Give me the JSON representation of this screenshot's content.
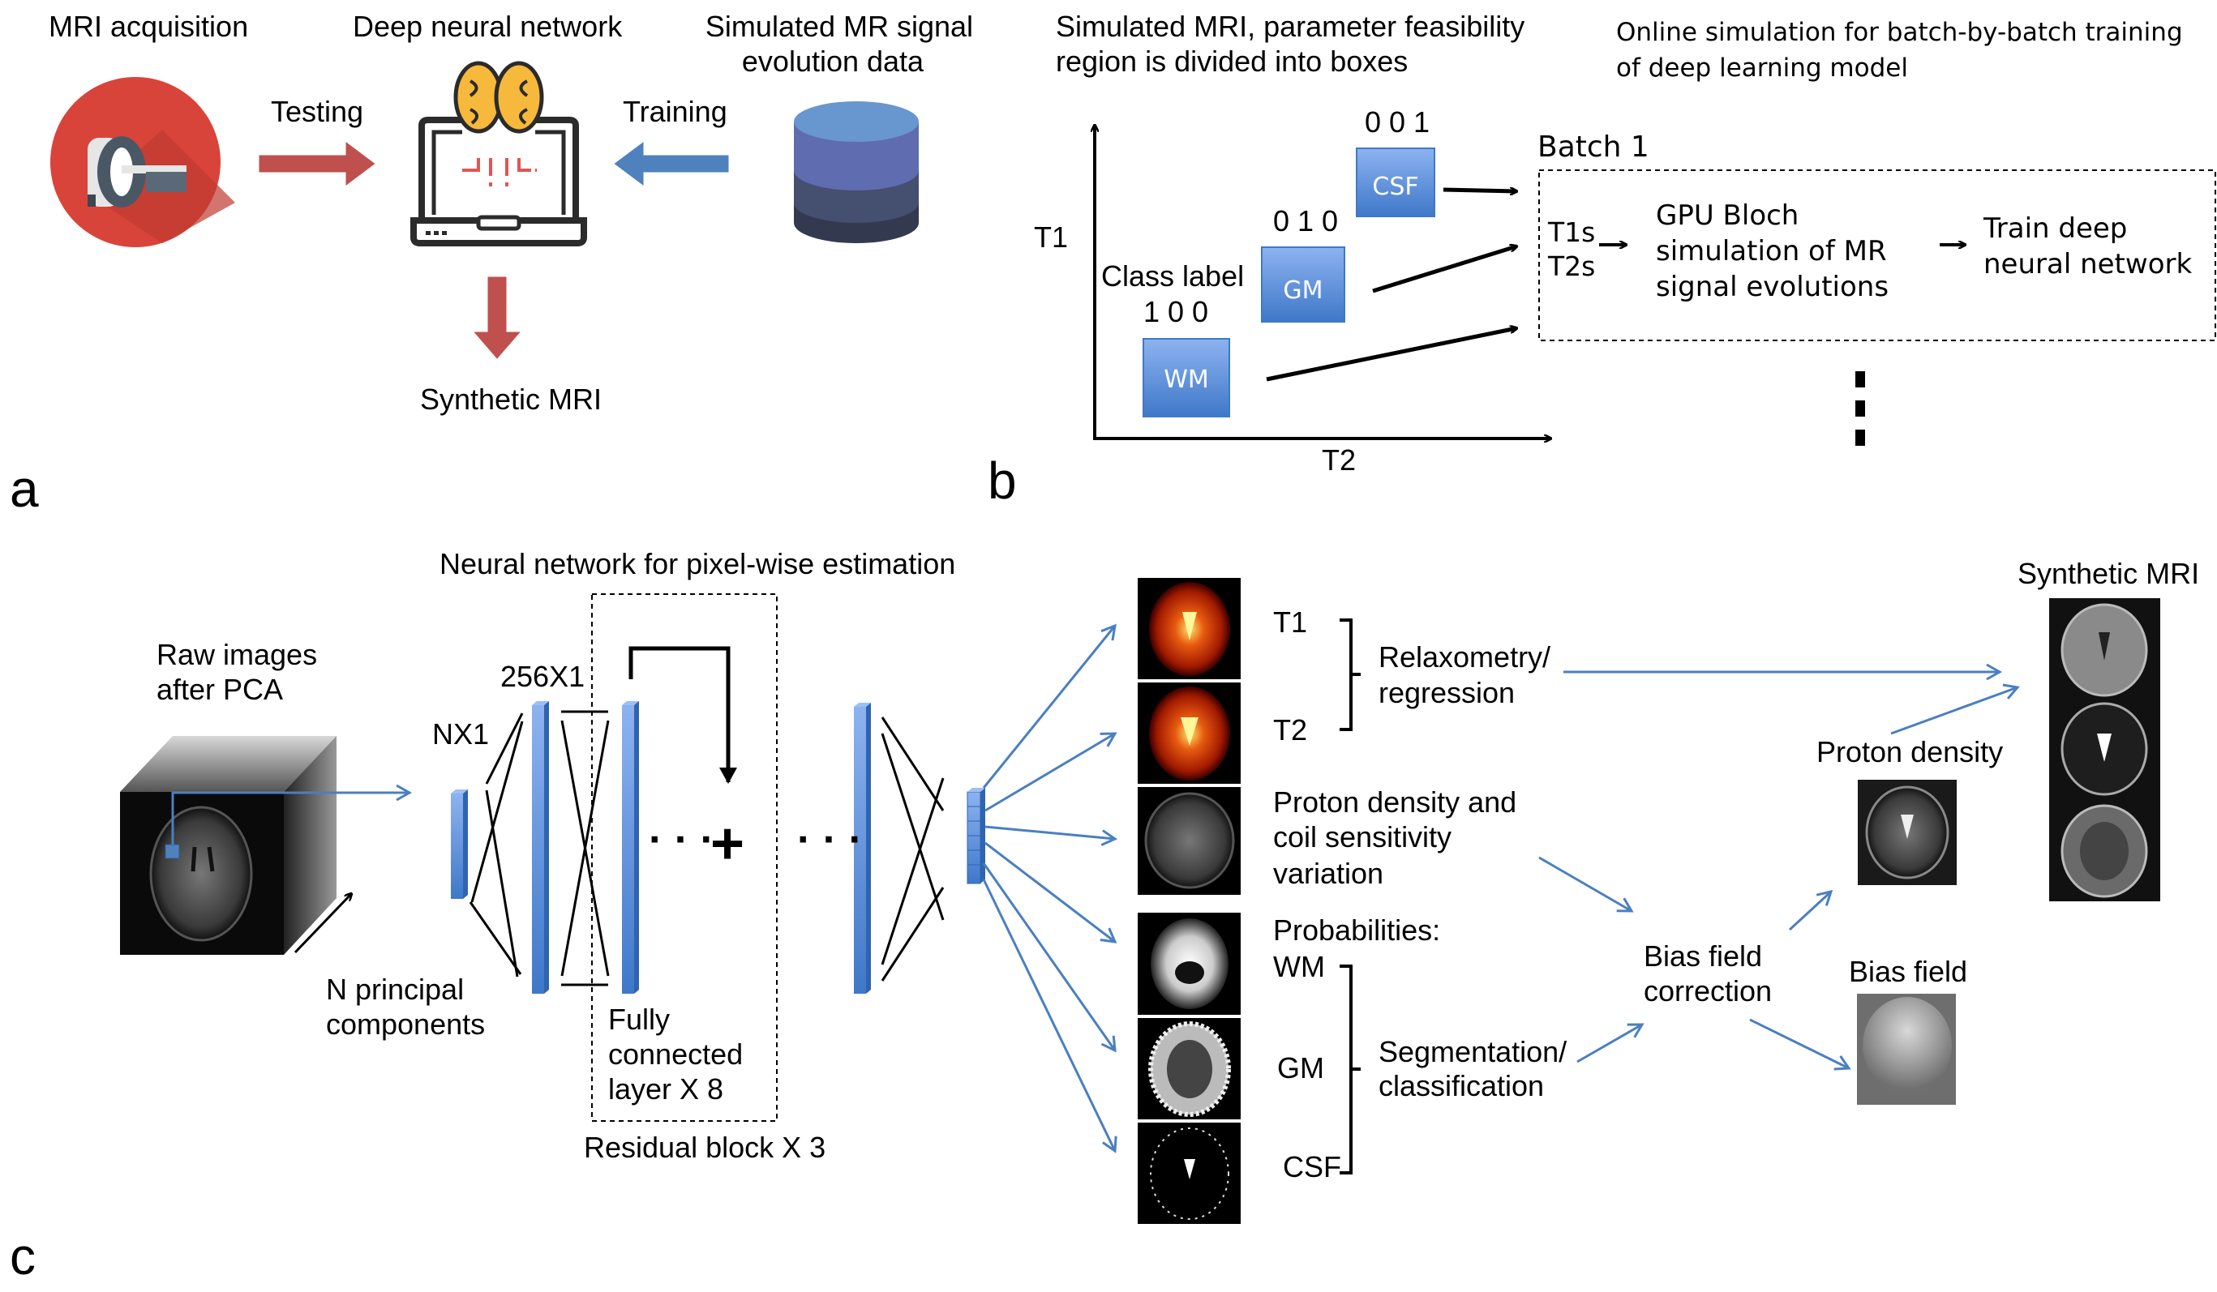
{
  "colors": {
    "red_arrow": "#c0504d",
    "blue_arrow": "#4f81bd",
    "blue_line": "#4a7fc1",
    "box_blue_top": "#8db3f0",
    "box_blue_bottom": "#3f78c9",
    "mri_circle": "#d9443a",
    "brain_orange": "#f6b93b",
    "laptop_dark": "#2b2b2b",
    "circuit_red": "#e05555",
    "db_layers": [
      "#6896cf",
      "#5f6cb0",
      "#454f70",
      "#333a50"
    ]
  },
  "panel_a": {
    "label": "a",
    "titles": {
      "mri": "MRI acquisition",
      "dnn": "Deep neural network",
      "sim_line1": "Simulated MR signal",
      "sim_line2": "evolution data"
    },
    "testing_label": "Testing",
    "training_label": "Training",
    "output_label": "Synthetic MRI",
    "icons": [
      "mri-scanner-icon",
      "brain-laptop-icon",
      "database-icon"
    ]
  },
  "panel_b": {
    "label": "b",
    "title_line1": "Simulated MRI, parameter feasibility",
    "title_line2": "region is divided into boxes",
    "right_title_line1": "Online simulation for batch-by-batch training",
    "right_title_line2": "of deep learning model",
    "y_axis": "T1",
    "x_axis": "T2",
    "class_label_line1": "Class label",
    "boxes": [
      {
        "name": "WM",
        "code": "1 0 0"
      },
      {
        "name": "GM",
        "code": "0 1 0"
      },
      {
        "name": "CSF",
        "code": "0 0 1"
      }
    ],
    "batch_label": "Batch 1",
    "inputs_line1": "T1s",
    "inputs_line2": "T2s",
    "sim_line1": "GPU Bloch",
    "sim_line2": "simulation of MR",
    "sim_line3": "signal evolutions",
    "train_line1": "Train deep",
    "train_line2": "neural network"
  },
  "panel_c": {
    "label": "c",
    "nn_title": "Neural network for pixel-wise estimation",
    "raw_line1": "Raw images",
    "raw_line2": "after PCA",
    "pc_line1": "N principal",
    "pc_line2": "components",
    "nx1": "NX1",
    "l256": "256X1",
    "fc_line1": "Fully",
    "fc_line2": "connected",
    "fc_line3": "layer X 8",
    "residual": "Residual block X 3",
    "plus": "+",
    "dots": "· · ·",
    "outputs": {
      "t1": "T1",
      "t2": "T2",
      "relax_line1": "Relaxometry/",
      "relax_line2": "regression",
      "pd_line1": "Proton density and",
      "pd_line2": "coil sensitivity",
      "pd_line3": "variation",
      "prob": "Probabilities:",
      "wm": "WM",
      "gm": "GM",
      "csf": "CSF",
      "seg_line1": "Segmentation/",
      "seg_line2": "classification",
      "bias_line1": "Bias field",
      "bias_line2": "correction",
      "proton_density": "Proton density",
      "bias_field": "Bias field",
      "synthetic_mri": "Synthetic MRI"
    }
  }
}
